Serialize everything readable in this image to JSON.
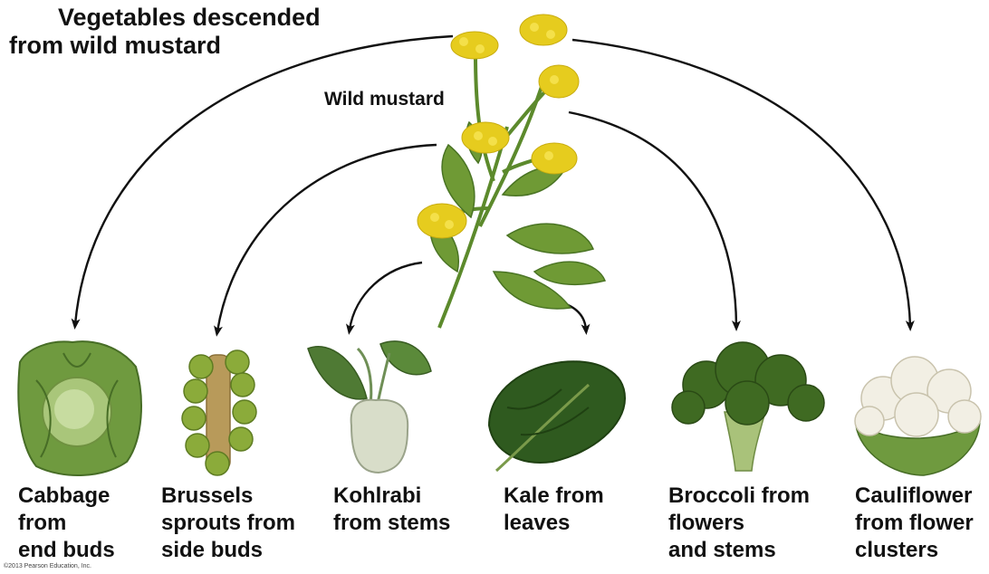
{
  "title": [
    "Vegetables descended",
    "from wild mustard"
  ],
  "source_label": "Wild mustard",
  "captions": [
    {
      "id": "cabbage",
      "lines": [
        "Cabbage",
        "from",
        "end buds"
      ]
    },
    {
      "id": "brussels",
      "lines": [
        "Brussels",
        "sprouts from",
        "side buds"
      ]
    },
    {
      "id": "kohlrabi",
      "lines": [
        "Kohlrabi",
        "from stems"
      ]
    },
    {
      "id": "kale",
      "lines": [
        "Kale from",
        "leaves"
      ]
    },
    {
      "id": "broccoli",
      "lines": [
        "Broccoli from",
        "flowers",
        "and stems"
      ]
    },
    {
      "id": "cauliflower",
      "lines": [
        "Cauliflower",
        "from flower",
        "clusters"
      ]
    }
  ],
  "copyright": "©2013 Pearson Education, Inc.",
  "colors": {
    "mustard_flower": "#e6cc1e",
    "mustard_leaf": "#6f9a35",
    "cabbage": "#7da24a",
    "brussels": "#8bab3a",
    "kohlrabi": "#cfd6c3",
    "kale": "#2f5a1f",
    "broccoli": "#3f6a22",
    "cauliflower": "#f2efe4"
  }
}
